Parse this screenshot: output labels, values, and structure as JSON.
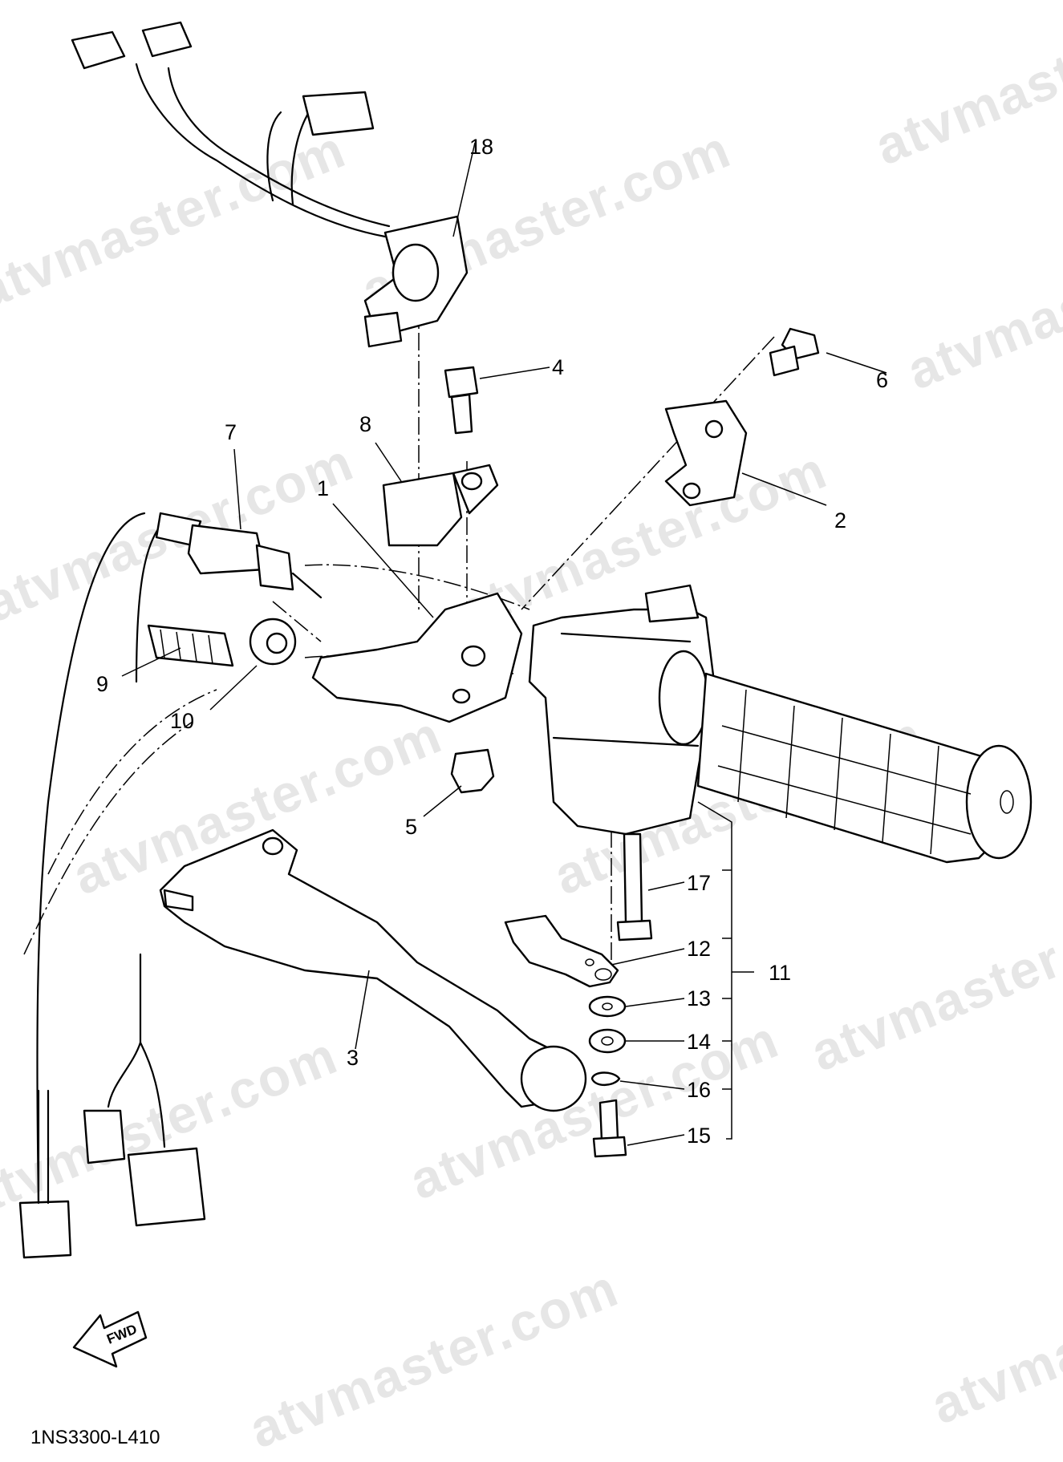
{
  "watermark": "atvmaster.com",
  "diagram_code": "1NS3300-L410",
  "fwd_label": "FWD",
  "callouts": {
    "p1": "1",
    "p2": "2",
    "p3": "3",
    "p4": "4",
    "p5": "5",
    "p6": "6",
    "p7": "7",
    "p8": "8",
    "p9": "9",
    "p10": "10",
    "p11": "11",
    "p12": "12",
    "p13": "13",
    "p14": "14",
    "p15": "15",
    "p16": "16",
    "p17": "17",
    "p18": "18"
  }
}
